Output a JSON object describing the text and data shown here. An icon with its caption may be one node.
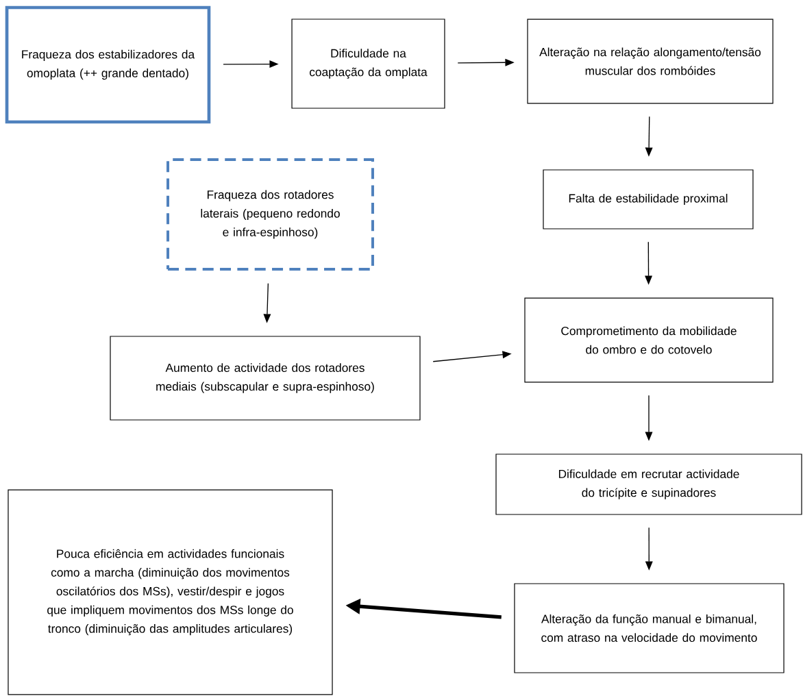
{
  "diagram": {
    "nodes": [
      {
        "text": [
          "Fraqueza dos estabilizadores da omoplata (++ grande dentado)"
        ]
      },
      {
        "text": [
          "Dificuldade na coaptação da omplata"
        ]
      },
      {
        "text": [
          "Alteração na relação alongamento/tensão muscular dos rombóides"
        ]
      },
      {
        "text": [
          "Fraqueza dos rotadores laterais (pequeno redondo e infra-espinhoso)"
        ]
      },
      {
        "text": [
          "Falta de estabilidade proximal"
        ]
      },
      {
        "text": [
          "Aumento de actividade dos rotadores mediais (subscapular e supra-espinhoso)"
        ]
      },
      {
        "text": [
          "Comprometimento da mobilidade do ombro e do cotovelo"
        ]
      },
      {
        "text": [
          "Dificuldade em recrutar actividade do tricípite e supinadores"
        ]
      },
      {
        "text": [
          "Pouca eficiência em actividades funcionais como a marcha (diminuição dos movimentos oscilatórios dos MSs), vestir/despir e jogos que impliquem movimentos dos MSs longe do tronco (diminuição das amplitudes articulares)"
        ]
      },
      {
        "text": [
          "Alteração da função manual e bimanual, com atraso na velocidade do movimento"
        ]
      }
    ],
    "edges": [
      {
        "from": 0,
        "to": 1,
        "arrow": "to"
      },
      {
        "from": 1,
        "to": 2,
        "arrow": "to"
      },
      {
        "from": 2,
        "to": 4,
        "arrow": "to"
      },
      {
        "from": 3,
        "to": 5,
        "arrow": "to"
      },
      {
        "from": 4,
        "to": 6,
        "arrow": "to"
      },
      {
        "from": 5,
        "to": 6,
        "arrow": "to"
      },
      {
        "from": 6,
        "to": 7,
        "arrow": "to"
      },
      {
        "from": 7,
        "to": 9,
        "arrow": "to"
      },
      {
        "from": 9,
        "to": 8,
        "arrow": "to",
        "style": "thick"
      }
    ]
  }
}
